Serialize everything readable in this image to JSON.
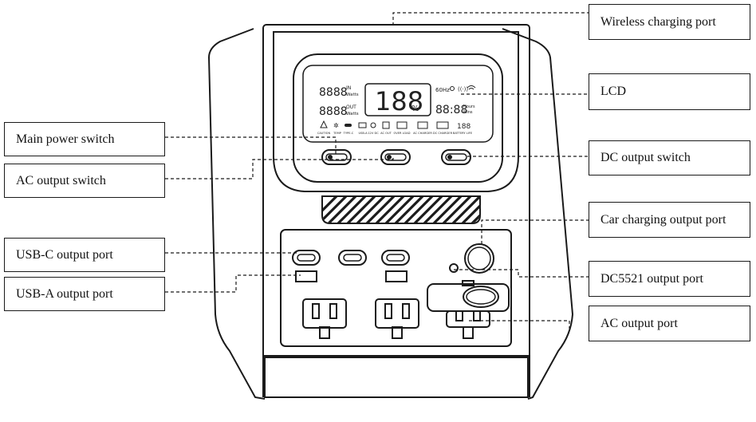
{
  "labels": {
    "wireless": "Wireless charging port",
    "lcd": "LCD",
    "main_power": "Main power switch",
    "ac_switch": "AC output switch",
    "dc_switch": "DC output switch",
    "car_port": "Car charging output port",
    "usb_c": "USB-C output port",
    "usb_a": "USB-A output port",
    "dc5521": "DC5521 output port",
    "ac_port": "AC output port"
  },
  "lcd": {
    "in_label": "IN",
    "watts": "Watts",
    "out_label": "OUT",
    "percent_digits": "188",
    "percent_sign": "%",
    "freq": "60Hz",
    "hours": "Hours",
    "mins": "Mins",
    "time_digits": "88:88",
    "battery_digits": "188",
    "indicators": [
      "CAUTION",
      "TEMP",
      "TYPE-C",
      "USB-A",
      "12V DC",
      "AC OUT",
      "OVER LOAD",
      "AC CHARGER",
      "DC CHARGER",
      "BATTERY LIFE"
    ]
  },
  "colors": {
    "line": "#1a1a1a",
    "background": "#ffffff"
  }
}
